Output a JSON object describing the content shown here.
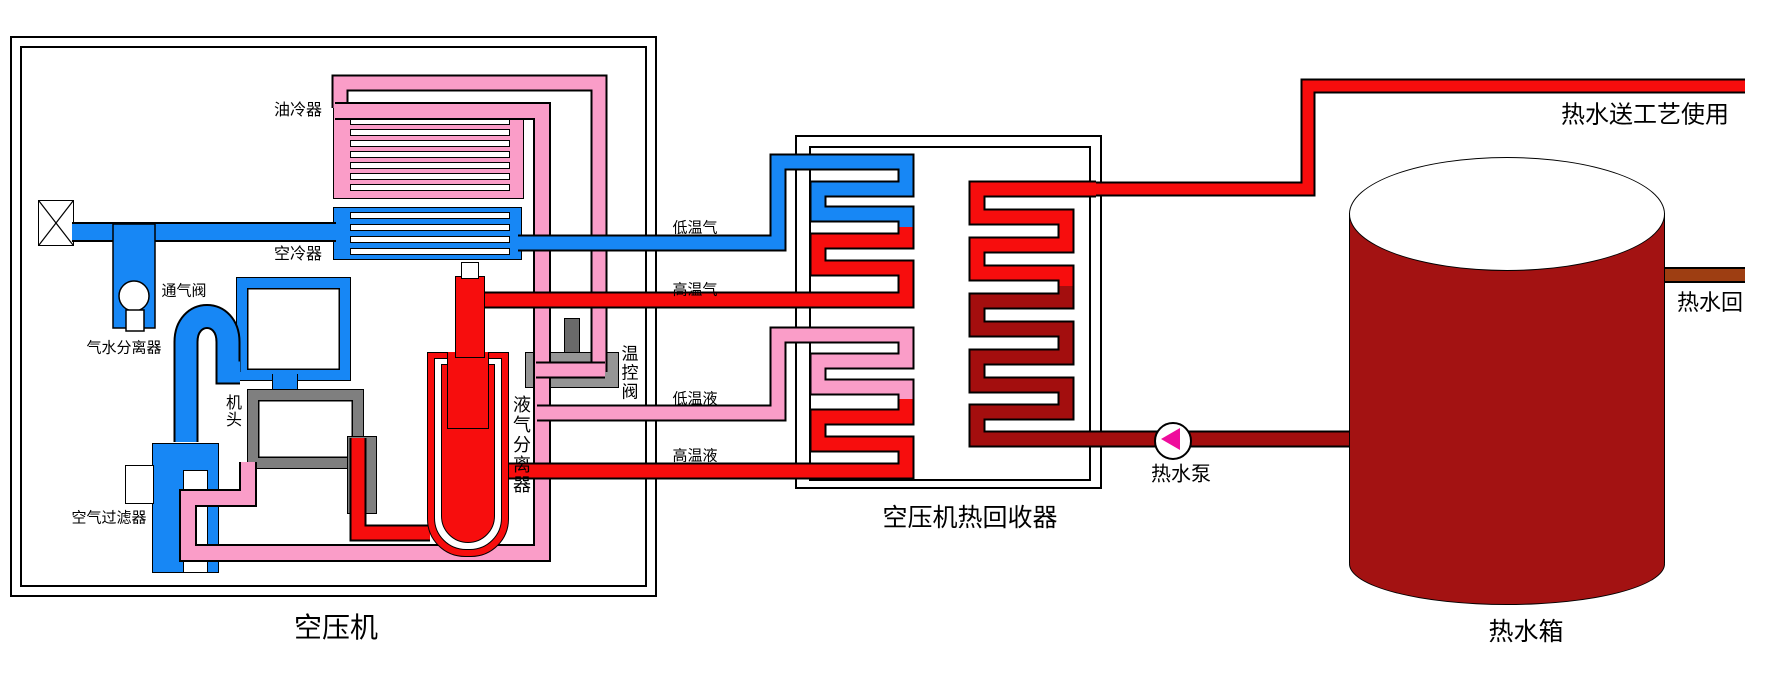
{
  "compressor": {
    "title": "空压机",
    "components": {
      "oil_cooler": "油冷器",
      "air_cooler": "空冷器",
      "vent_valve": "通气阀",
      "air_water_separator": "气水分离器",
      "air_end": "机头",
      "air_filter": "空气过滤器",
      "temp_control_valve": "温控阀",
      "oil_gas_separator": "液气分离器"
    }
  },
  "heat_recovery_unit": {
    "title": "空压机热回收器"
  },
  "pipes": {
    "low_temp_gas": "低温气",
    "high_temp_gas": "高温气",
    "low_temp_liquid": "低温液",
    "high_temp_liquid": "高温液"
  },
  "hot_water_loop": {
    "pump": "热水泵",
    "tank": "热水箱",
    "supply_line": "热水送工艺使用",
    "return_line": "热水回"
  },
  "colors": {
    "pipe_blue": "#1787F5",
    "pipe_pink": "#FA9DC8",
    "pipe_red": "#F70D0D",
    "pipe_dark_red": "#A30E0E",
    "water_return_brown": "#9E3E12",
    "tank_red": "#A31212",
    "gray": "#7F7F7F",
    "valve_bar_gray": "#959595",
    "valve_stem_gray": "#6A6A6A",
    "pump_magenta": "#EF0D9C"
  }
}
